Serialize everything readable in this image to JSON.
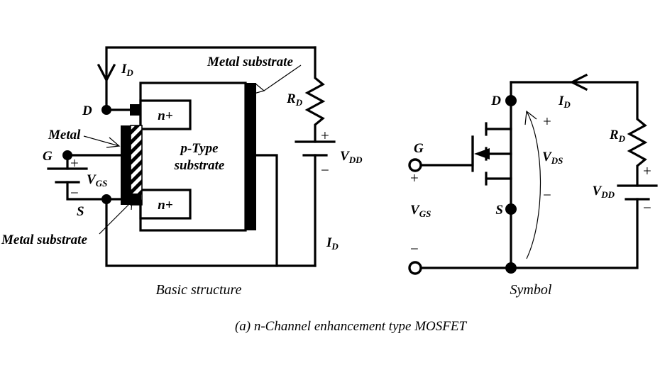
{
  "figure": {
    "caption": "(a) n-Channel enhancement type MOSFET",
    "left_panel_title": "Basic structure",
    "right_panel_title": "Symbol"
  },
  "left_diagram": {
    "labels": {
      "drain_terminal": "D",
      "gate_terminal": "G",
      "source_terminal": "S",
      "drain_current": "I",
      "drain_current_sub": "D",
      "gate_source_voltage": "V",
      "gate_source_voltage_sub": "GS",
      "supply_voltage": "V",
      "supply_voltage_sub": "DD",
      "drain_resistor": "R",
      "drain_resistor_sub": "D",
      "loop_current": "I",
      "loop_current_sub": "D",
      "region_top": "n+",
      "region_bottom": "n+",
      "substrate_line1": "p-Type",
      "substrate_line2": "substrate",
      "callout_metal_substrate_top": "Metal substrate",
      "callout_metal": "Metal",
      "callout_metal_substrate_bottom": "Metal substrate",
      "plus_sign": "+",
      "minus_sign": "−"
    }
  },
  "right_diagram": {
    "labels": {
      "drain_terminal": "D",
      "gate_terminal": "G",
      "source_terminal": "S",
      "drain_current": "I",
      "drain_current_sub": "D",
      "drain_source_voltage": "V",
      "drain_source_voltage_sub": "DS",
      "gate_source_voltage": "V",
      "gate_source_voltage_sub": "GS",
      "supply_voltage": "V",
      "supply_voltage_sub": "DD",
      "drain_resistor": "R",
      "drain_resistor_sub": "D",
      "plus_sign": "+",
      "minus_sign": "−"
    }
  },
  "colors": {
    "ink": "#000000",
    "paper": "#ffffff"
  }
}
